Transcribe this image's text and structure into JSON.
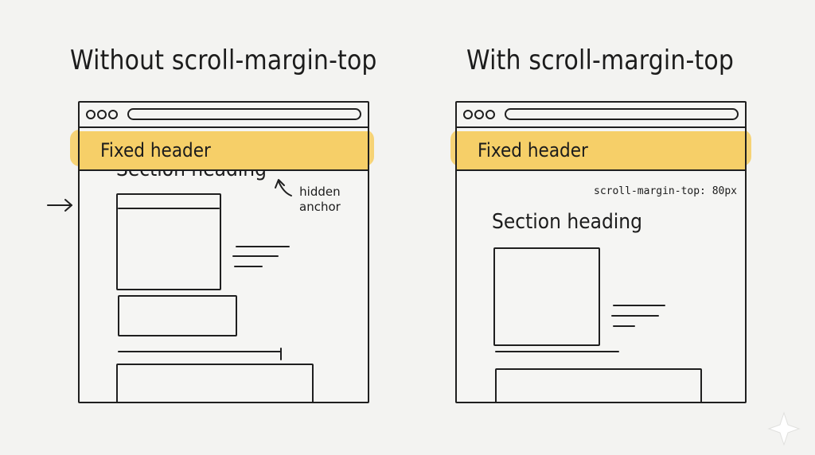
{
  "left_panel": {
    "title": "Without scroll-margin-top",
    "header_label": "Fixed header",
    "section_heading": "Section heading",
    "annotation": [
      "hidden",
      "anchor"
    ]
  },
  "right_panel": {
    "title": "With scroll-margin-top",
    "header_label": "Fixed header",
    "section_heading": "Section heading",
    "margin_note": "scroll-margin-top: 80px"
  },
  "colors": {
    "header_fill": "#f6cf68",
    "stroke": "#1f1f1f",
    "background": "#f3f3f1"
  },
  "icons": [
    "arrow-right-icon",
    "curved-arrow-icon",
    "sparkle-icon"
  ]
}
